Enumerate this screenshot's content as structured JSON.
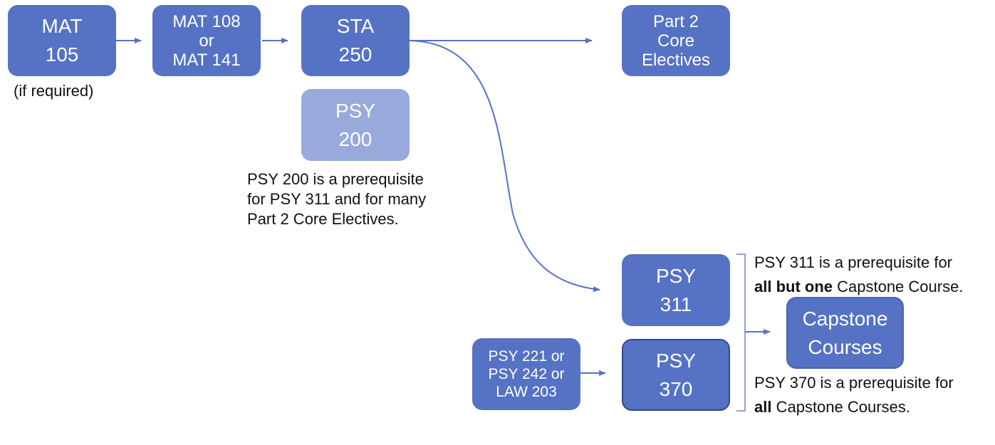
{
  "nodes": {
    "mat105": {
      "line1": "MAT",
      "line2": "105"
    },
    "mat108": {
      "line1": "MAT 108",
      "line2": "or",
      "line3": "MAT 141"
    },
    "sta250": {
      "line1": "STA",
      "line2": "250"
    },
    "psy200": {
      "line1": "PSY",
      "line2": "200"
    },
    "core": {
      "line1": "Part 2",
      "line2": "Core",
      "line3": "Electives"
    },
    "psy311": {
      "line1": "PSY",
      "line2": "311"
    },
    "psy370": {
      "line1": "PSY",
      "line2": "370"
    },
    "psy221": {
      "line1": "PSY 221 or",
      "line2": "PSY 242 or",
      "line3": "LAW 203"
    },
    "capstone": {
      "line1": "Capstone",
      "line2": "Courses"
    }
  },
  "notes": {
    "if_required": "(if required)",
    "psy200_note": {
      "line1": "PSY 200 is a prerequisite",
      "line2": "for PSY 311 and for many",
      "line3": "Part 2 Core Electives."
    },
    "psy311_note": {
      "line1": "PSY 311 is a prerequisite for",
      "bold": "all but one",
      "rest": " Capstone Course."
    },
    "psy370_note": {
      "line1": "PSY 370 is a prerequisite for",
      "bold": "all",
      "rest": " Capstone Courses."
    }
  },
  "colors": {
    "box": "#5672c4",
    "box_light": "#98aadb",
    "arrow": "#5672c4"
  }
}
